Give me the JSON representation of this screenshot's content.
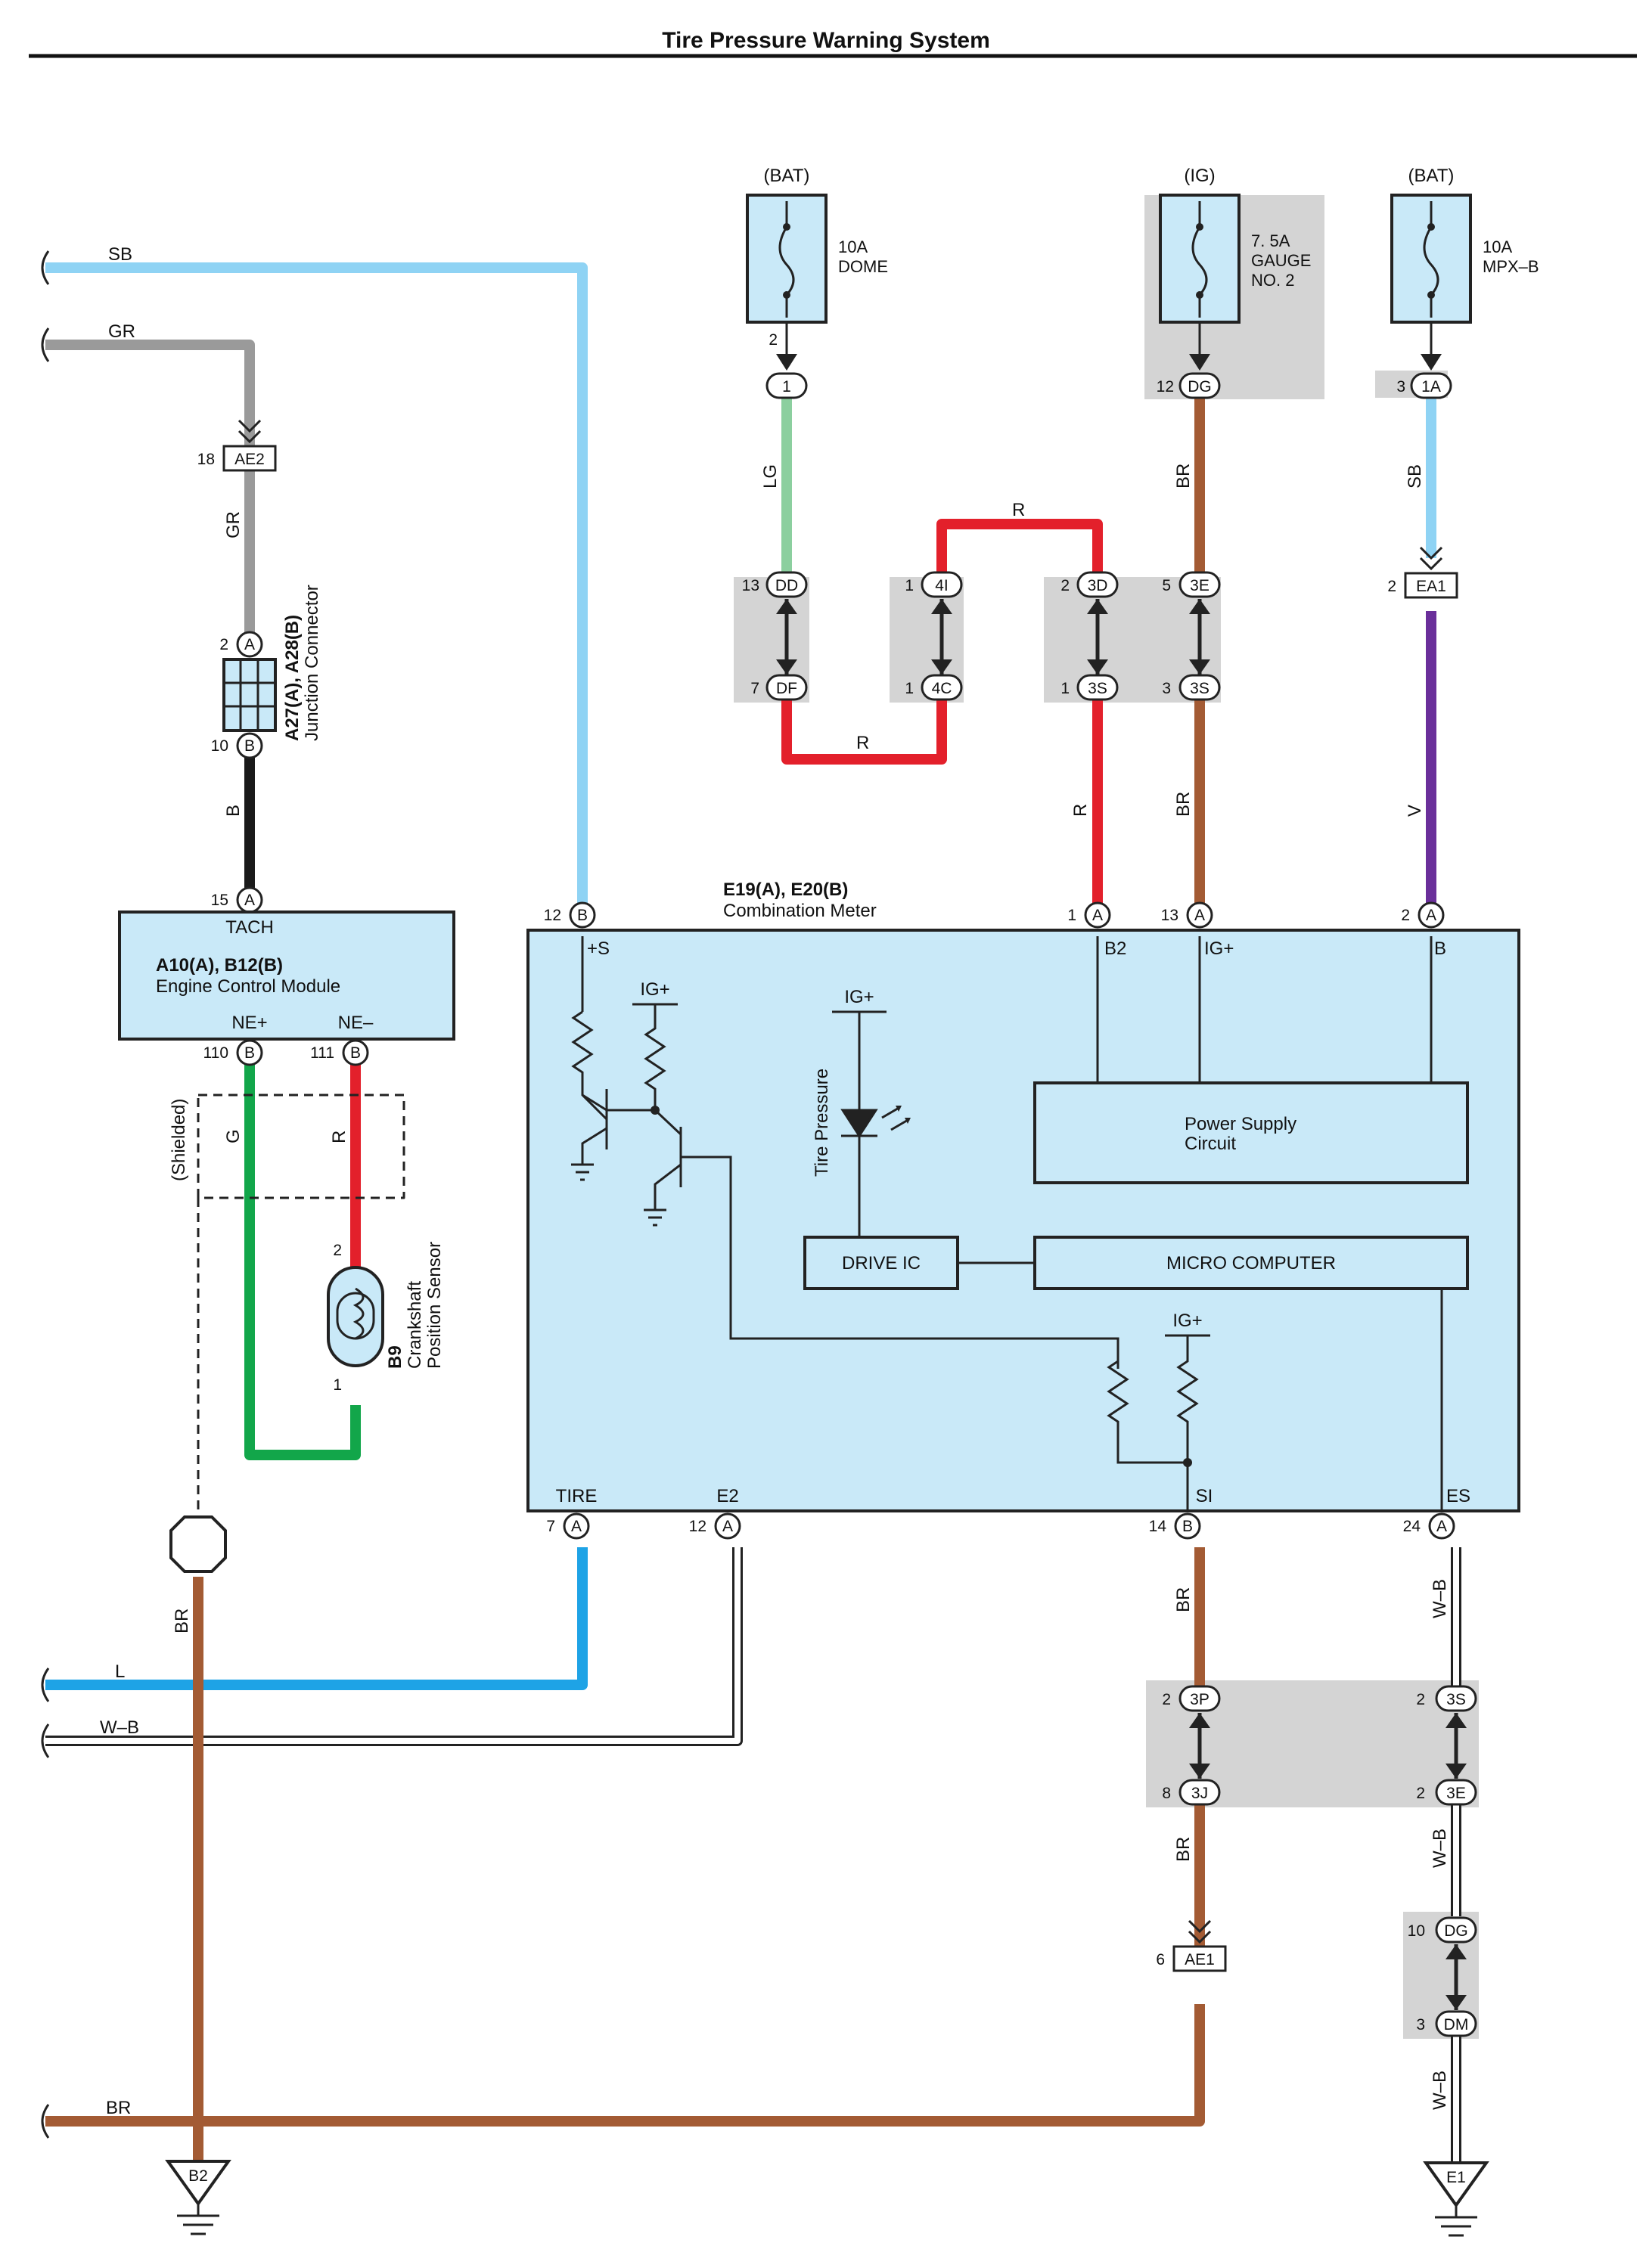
{
  "title": "Tire Pressure Warning System",
  "colors": {
    "SB": "#8fd3f4",
    "GR": "#9a9a9a",
    "B": "#1a1a1a",
    "LG": "#8ccf9f",
    "R": "#e3202b",
    "BR": "#a35b34",
    "V": "#6a2f9a",
    "G": "#12a64a",
    "L": "#1ea3e6",
    "WB": "#ffffff",
    "box": "#c9e9f8",
    "gray": "#d4d4d4"
  },
  "fuses": [
    {
      "source": "(BAT)",
      "rating": "10A",
      "name": "DOME",
      "name2": ""
    },
    {
      "source": "(IG)",
      "rating": "7. 5A",
      "name": "GAUGE",
      "name2": "NO. 2"
    },
    {
      "source": "(BAT)",
      "rating": "10A",
      "name": "MPX–B",
      "name2": ""
    }
  ],
  "wire_labels": {
    "sb": "SB",
    "gr": "GR",
    "gr2": "GR",
    "b": "B",
    "lg": "LG",
    "r_top": "R",
    "r_bot": "R",
    "r_mid": "R",
    "br1": "BR",
    "br2": "BR",
    "sb2": "SB",
    "v": "V",
    "g": "G",
    "r_ecm": "R",
    "shielded": "(Shielded)",
    "br_ground": "BR",
    "l": "L",
    "wb": "W–B",
    "br_bottom": "BR",
    "br3": "BR",
    "br4": "BR",
    "wb2": "W–B",
    "wb3": "W–B",
    "wb4": "W–B"
  },
  "connectors": {
    "ae2": "AE2",
    "ae2_pin": "18",
    "dd": "DD",
    "dd_pin": "13",
    "df": "DF",
    "df_pin": "7",
    "c4i": "4I",
    "c4i_pin": "1",
    "c4c": "4C",
    "c4c_pin": "1",
    "c3d": "3D",
    "c3d_pin": "2",
    "c3s1": "3S",
    "c3s1_pin": "1",
    "c3e": "3E",
    "c3e_pin": "5",
    "c3s2": "3S",
    "c3s2_pin": "3",
    "ea1": "EA1",
    "ea1_pin": "2",
    "c1": "1",
    "c1_pin": "2",
    "dg": "DG",
    "dg_pin": "12",
    "c1a": "1A",
    "c1a_pin": "3",
    "c3p": "3P",
    "c3p_pin": "2",
    "c3j": "3J",
    "c3j_pin": "8",
    "c3s3": "3S",
    "c3s3_pin": "2",
    "c3e2": "3E",
    "c3e2_pin": "2",
    "ae1": "AE1",
    "ae1_pin": "6",
    "dg2": "DG",
    "dg2_pin": "10",
    "dm": "DM",
    "dm_pin": "3"
  },
  "junction": {
    "name": "A27(A), A28(B)",
    "desc": "Junction Connector",
    "pin_top": "2",
    "letter_top": "A",
    "pin_bot": "10",
    "letter_bot": "B"
  },
  "ecm": {
    "name": "A10(A), B12(B)",
    "desc": "Engine Control Module",
    "tach": "TACH",
    "tach_pin": "15",
    "tach_letter": "A",
    "nep": "NE+",
    "nem": "NE–",
    "nep_pin": "110",
    "nem_pin": "111",
    "letter": "B"
  },
  "sensor": {
    "name": "B9",
    "desc1": "Crankshaft",
    "desc2": "Position Sensor",
    "pin_top": "2",
    "pin_bot": "1"
  },
  "meter": {
    "name": "E19(A), E20(B)",
    "desc": "Combination Meter",
    "s_label": "+S",
    "s_pin": "12",
    "s_letter": "B",
    "b2_label": "B2",
    "b2_pin": "1",
    "b2_letter": "A",
    "igp_label": "IG+",
    "igp_pin": "13",
    "igp_letter": "A",
    "b_label": "B",
    "b_pin": "2",
    "b_letter": "A",
    "tire_label": "TIRE",
    "tire_pin": "7",
    "tire_letter": "A",
    "e2_label": "E2",
    "e2_pin": "12",
    "e2_letter": "A",
    "si_label": "SI",
    "si_pin": "14",
    "si_letter": "B",
    "es_label": "ES",
    "es_pin": "24",
    "es_letter": "A",
    "ig1": "IG+",
    "ig2": "IG+",
    "ig3": "IG+",
    "tire_pressure": "Tire Pressure",
    "psu1": "Power Supply",
    "psu2": "Circuit",
    "drive_ic": "DRIVE IC",
    "micro": "MICRO COMPUTER"
  },
  "grounds": {
    "b2": "B2",
    "e1": "E1"
  }
}
